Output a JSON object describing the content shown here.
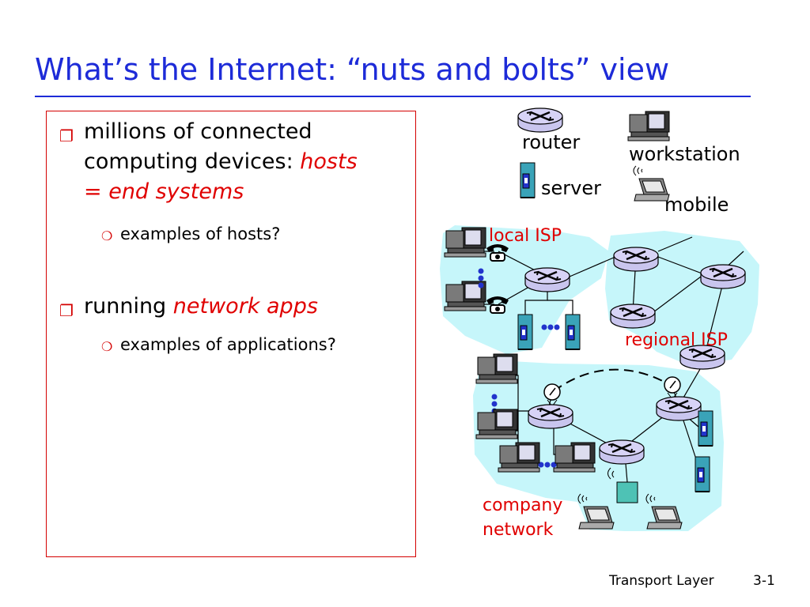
{
  "slide": {
    "title": "What’s the Internet: “nuts and bolts” view",
    "bullets": [
      {
        "line1": "millions of connected",
        "line2_a": "computing devices: ",
        "line2_b": "hosts",
        "line3": "= end systems",
        "sub": "examples of hosts?"
      },
      {
        "text_a": "running ",
        "text_b": "network apps",
        "sub": "examples of applications?"
      }
    ]
  },
  "legend": {
    "router": "router",
    "workstation": "workstation",
    "server": "server",
    "mobile": "mobile"
  },
  "diagram_labels": {
    "local_isp": "local ISP",
    "regional_isp": "regional ISP",
    "company_line1": "company",
    "company_line2": "network"
  },
  "footer": {
    "left": "Transport Layer",
    "right": "3-1"
  },
  "colors": {
    "title": "#1d2bd8",
    "accent_red": "#e00000",
    "cloud_fill": "#c6f6fa",
    "router_fill": "#c9c5ee"
  }
}
